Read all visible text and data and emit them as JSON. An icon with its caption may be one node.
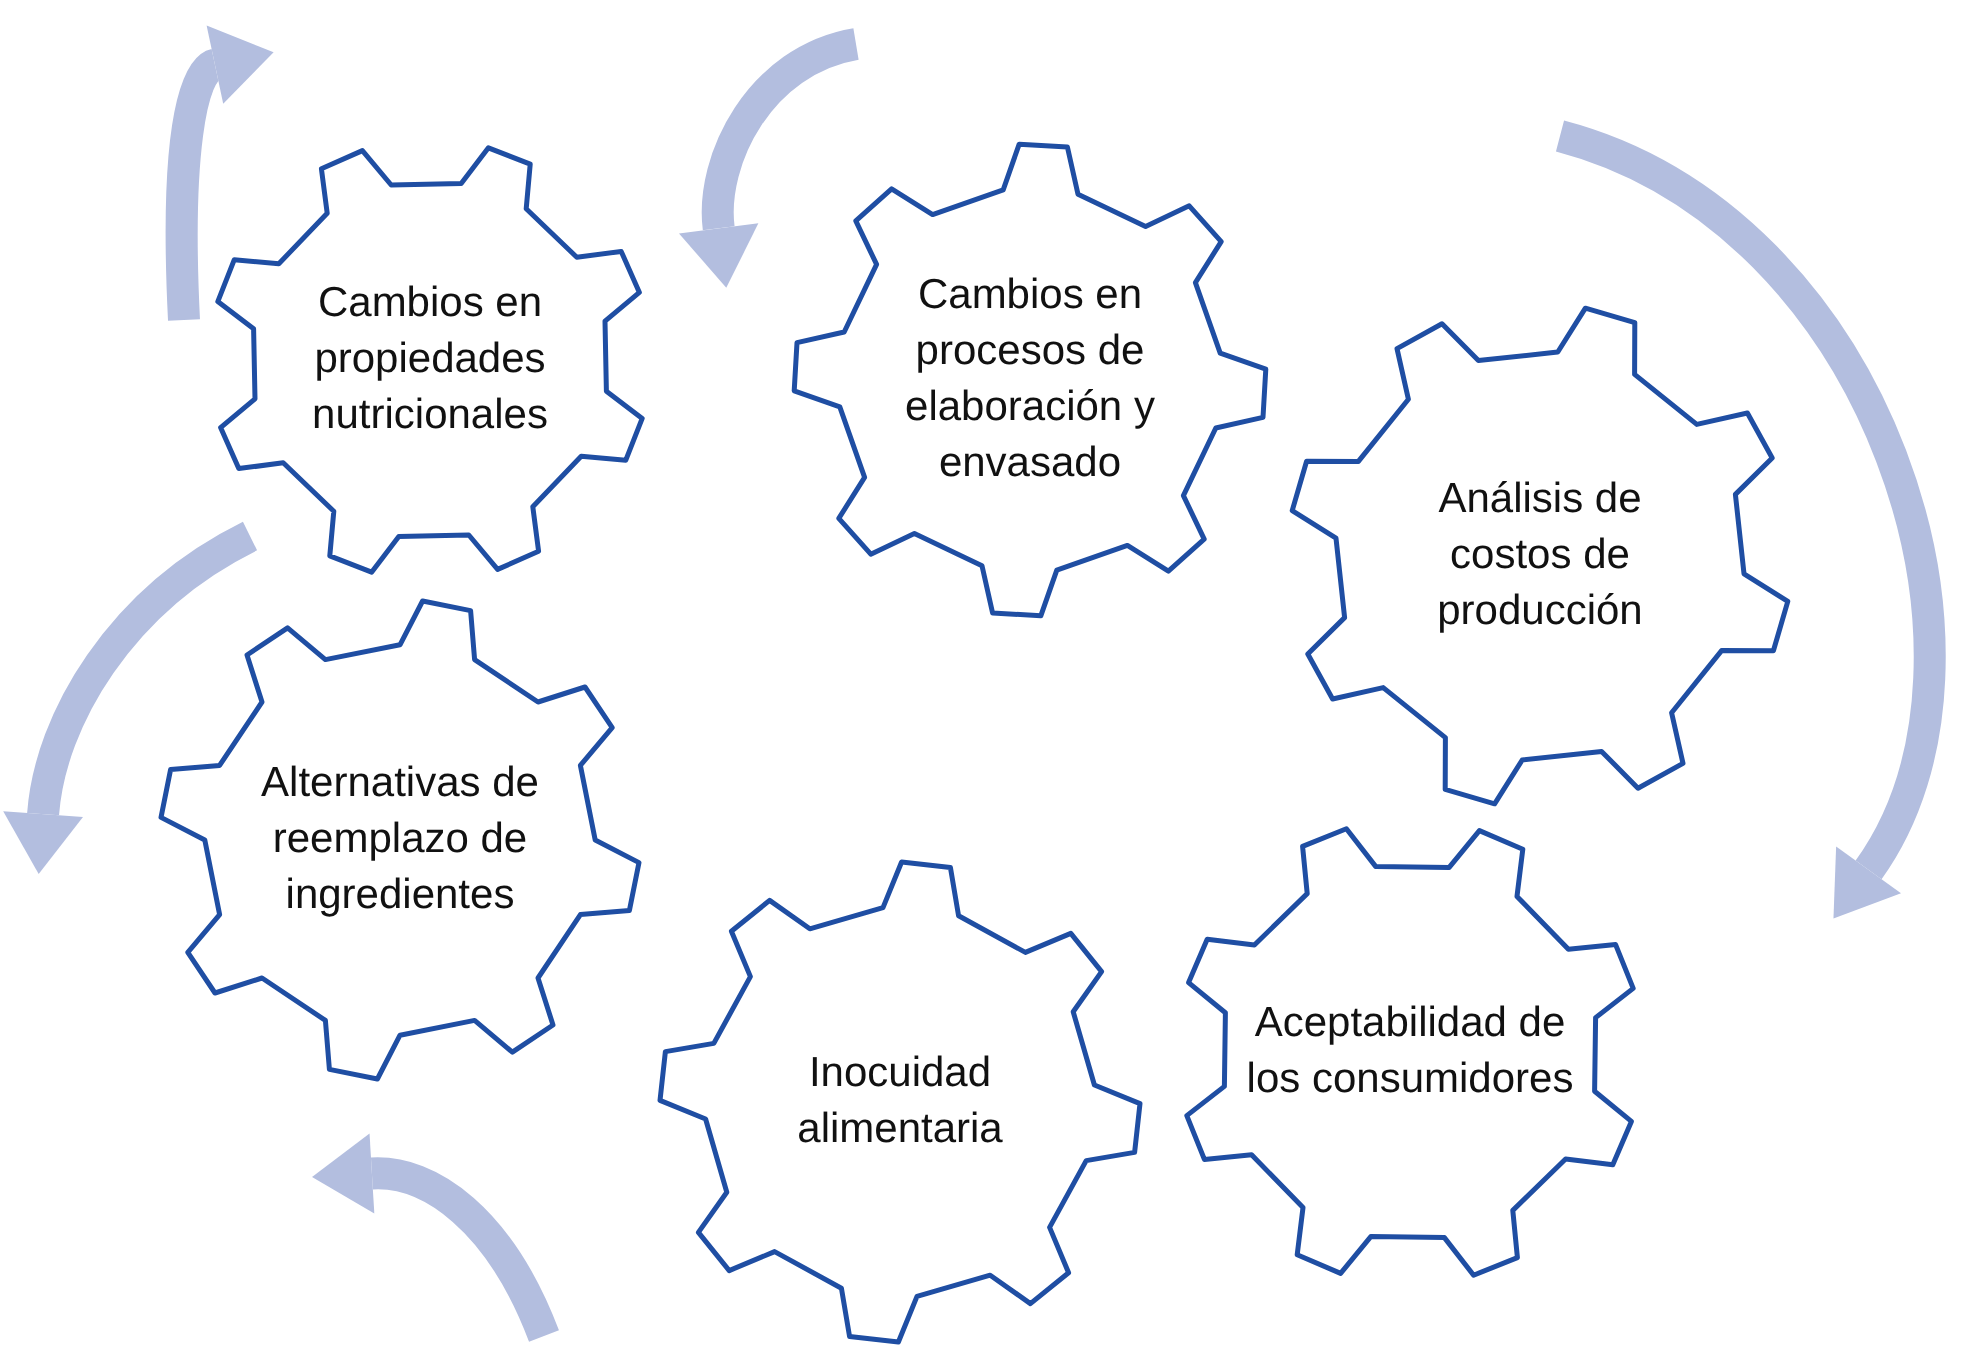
{
  "diagram": {
    "nodes": [
      {
        "text": [
          "Cambios en propiedades nutricionales"
        ]
      },
      {
        "text": [
          "Cambios en procesos de elaboración y envasado"
        ]
      },
      {
        "text": [
          "Análisis de costos de producción"
        ]
      },
      {
        "text": [
          "Alternativas de reemplazo de ingredientes"
        ]
      },
      {
        "text": [
          "Aceptabilidad de los consumidores"
        ]
      },
      {
        "text": [
          "Inocuidad alimentaria"
        ]
      }
    ]
  }
}
